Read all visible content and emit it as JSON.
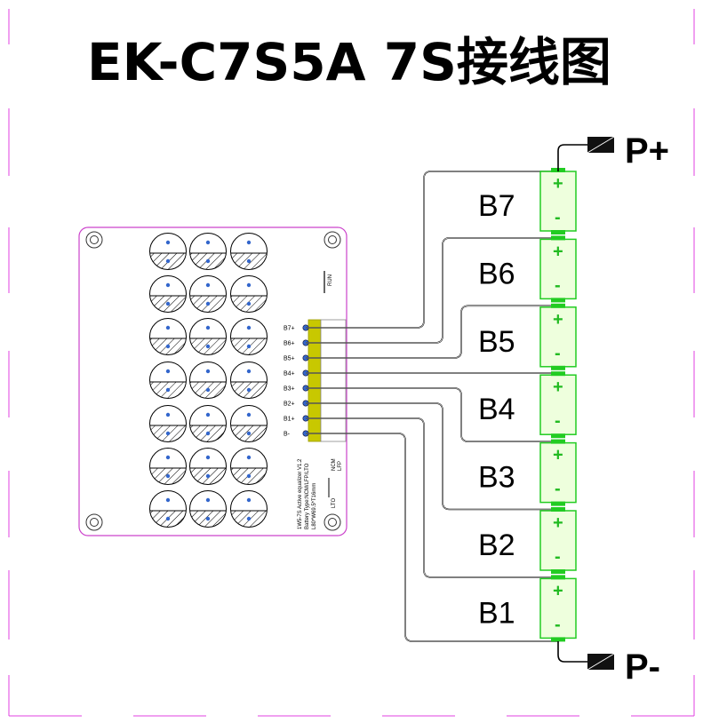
{
  "title": "EK-C7S5A  7S接线图",
  "terminals": {
    "positive": "P+",
    "negative": "P-"
  },
  "cells": [
    {
      "label": "B7",
      "plus": "+",
      "minus": "-"
    },
    {
      "label": "B6",
      "plus": "+",
      "minus": "-"
    },
    {
      "label": "B5",
      "plus": "+",
      "minus": "-"
    },
    {
      "label": "B4",
      "plus": "+",
      "minus": "-"
    },
    {
      "label": "B3",
      "plus": "+",
      "minus": "-"
    },
    {
      "label": "B2",
      "plus": "+",
      "minus": "-"
    },
    {
      "label": "B1",
      "plus": "+",
      "minus": "-"
    }
  ],
  "board": {
    "pins": [
      "B7+",
      "B6+",
      "B5+",
      "B4+",
      "B3+",
      "B2+",
      "B1+",
      "B-"
    ],
    "run_label": "RUN",
    "info_lines": [
      "1W5-7S Active equalizer V1.2",
      "Battery Type:NCM/LFP/LTO",
      "L80*W69.5*T16mm"
    ],
    "type_options": [
      "NCM",
      "LFP"
    ],
    "lto_label": "LTO"
  },
  "colors": {
    "board_outline": "#cc44cc",
    "cell_outline": "#22cc22",
    "cell_fill": "#eeffdd",
    "connector": "#c8c800",
    "pin": "#3366cc"
  }
}
